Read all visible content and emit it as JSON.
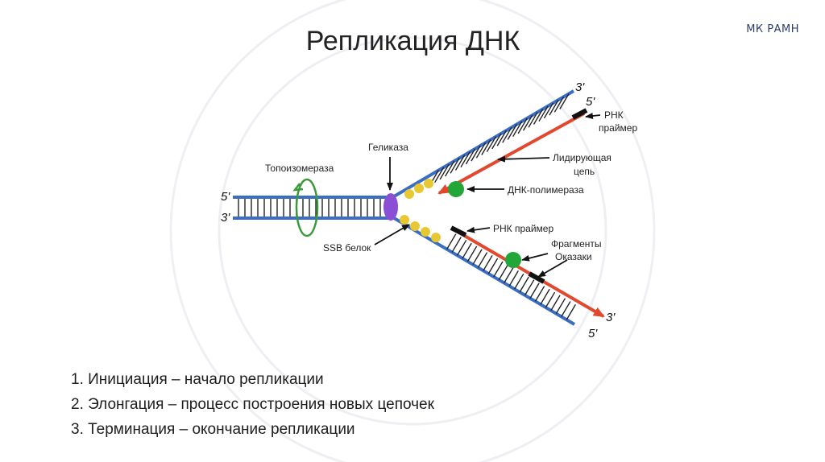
{
  "slide": {
    "title": "Репликация ДНК",
    "org": "МК РАМН"
  },
  "diagram": {
    "strand_labels": {
      "left_top": "5'",
      "left_bottom": "3'",
      "upper_end_top": "3'",
      "upper_end_bottom": "5'",
      "lower_end_top": "3'",
      "lower_end_bottom": "5'"
    },
    "labels": {
      "topoisomerase": "Топоизомераза",
      "helicase": "Геликаза",
      "ssb": "SSB белок",
      "rna_primer_top_1": "РНК",
      "rna_primer_top_2": "праймер",
      "leading_1": "Лидирующая",
      "leading_2": "цепь",
      "polymerase": "ДНК-полимераза",
      "rna_primer_bottom": "РНК праймер",
      "okazaki_1": "Фрагменты",
      "okazaki_2": "Оказаки"
    },
    "colors": {
      "template_strand": "#3a6ec4",
      "new_strand": "#e2482e",
      "helicase": "#8b4fd6",
      "ssb": "#e8c832",
      "polymerase": "#23a638",
      "topoisomerase": "#3a9a3a",
      "primer": "#111111"
    }
  },
  "steps": [
    "1.  Инициация – начало репликации",
    "2.  Элонгация – процесс построения новых цепочек",
    "3.  Терминация – окончание репликации"
  ]
}
